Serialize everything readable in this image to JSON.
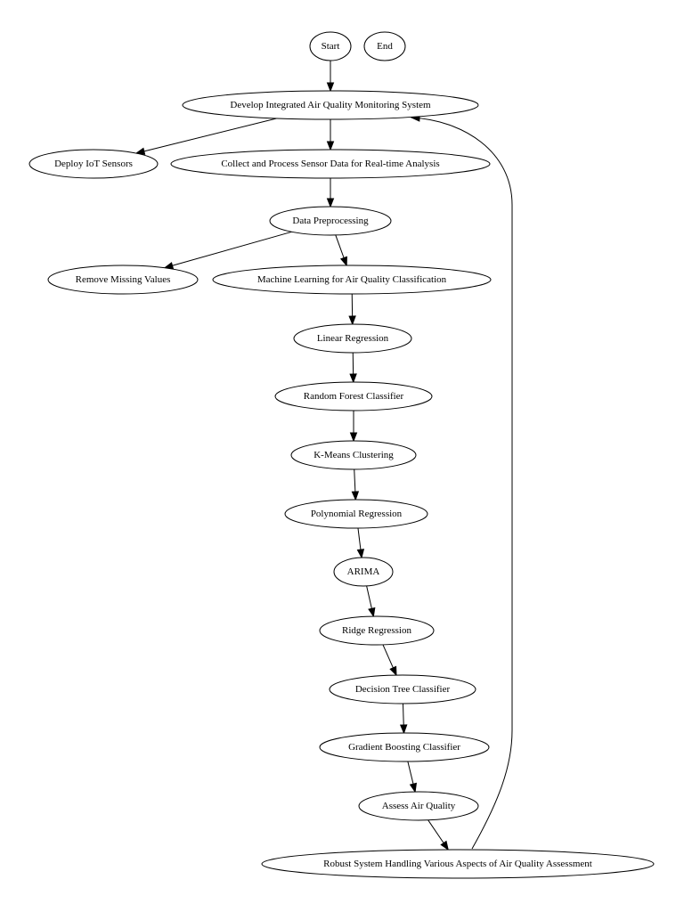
{
  "diagram": {
    "nodes": [
      {
        "id": "start",
        "label": "Start"
      },
      {
        "id": "end",
        "label": "End"
      },
      {
        "id": "develop",
        "label": "Develop Integrated Air Quality Monitoring System"
      },
      {
        "id": "deploy",
        "label": "Deploy IoT Sensors"
      },
      {
        "id": "collect",
        "label": "Collect and Process Sensor Data for Real-time Analysis"
      },
      {
        "id": "preprocess",
        "label": "Data Preprocessing"
      },
      {
        "id": "remove",
        "label": "Remove Missing Values"
      },
      {
        "id": "ml",
        "label": "Machine Learning for Air Quality Classification"
      },
      {
        "id": "linreg",
        "label": "Linear Regression"
      },
      {
        "id": "rf",
        "label": "Random Forest Classifier"
      },
      {
        "id": "kmeans",
        "label": "K-Means Clustering"
      },
      {
        "id": "polyreg",
        "label": "Polynomial Regression"
      },
      {
        "id": "arima",
        "label": "ARIMA"
      },
      {
        "id": "ridge",
        "label": "Ridge Regression"
      },
      {
        "id": "dtree",
        "label": "Decision Tree Classifier"
      },
      {
        "id": "gboost",
        "label": "Gradient Boosting Classifier"
      },
      {
        "id": "assess",
        "label": "Assess Air Quality"
      },
      {
        "id": "robust",
        "label": "Robust System Handling Various Aspects of Air Quality Assessment"
      }
    ],
    "edges": [
      {
        "from": "start",
        "to": "develop"
      },
      {
        "from": "develop",
        "to": "deploy"
      },
      {
        "from": "develop",
        "to": "collect"
      },
      {
        "from": "collect",
        "to": "preprocess"
      },
      {
        "from": "preprocess",
        "to": "remove"
      },
      {
        "from": "preprocess",
        "to": "ml"
      },
      {
        "from": "ml",
        "to": "linreg"
      },
      {
        "from": "linreg",
        "to": "rf"
      },
      {
        "from": "rf",
        "to": "kmeans"
      },
      {
        "from": "kmeans",
        "to": "polyreg"
      },
      {
        "from": "polyreg",
        "to": "arima"
      },
      {
        "from": "arima",
        "to": "ridge"
      },
      {
        "from": "ridge",
        "to": "dtree"
      },
      {
        "from": "dtree",
        "to": "gboost"
      },
      {
        "from": "gboost",
        "to": "assess"
      },
      {
        "from": "assess",
        "to": "robust"
      },
      {
        "from": "robust",
        "to": "develop"
      }
    ]
  }
}
